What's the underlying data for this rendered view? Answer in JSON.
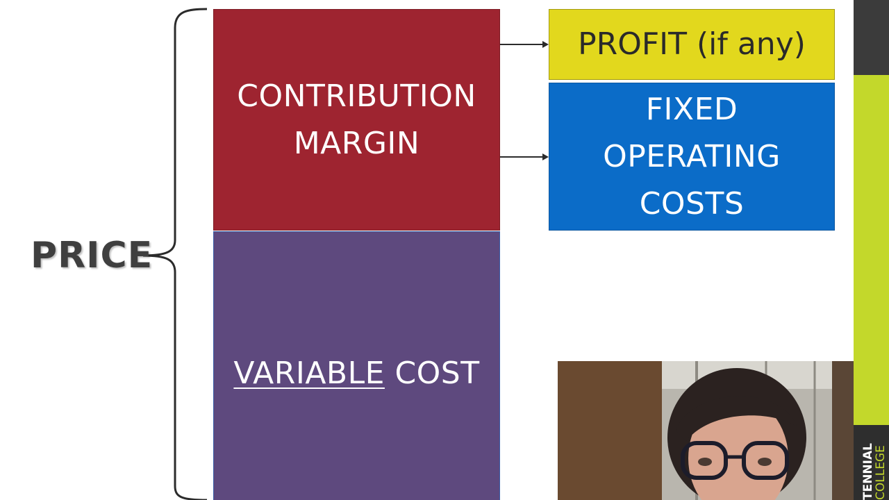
{
  "price": {
    "label": "PRICE"
  },
  "contribution_margin": {
    "line1": "CONTRIBUTION",
    "line2": "MARGIN"
  },
  "variable_cost": {
    "word1": "VARIABLE",
    "word2": "COST"
  },
  "profit": {
    "label": "PROFIT (if any)"
  },
  "fixed_costs": {
    "line1": "FIXED",
    "line2": "OPERATING",
    "line3": "COSTS"
  },
  "logo": {
    "word1": "TENNIAL",
    "word2": "COLLEGE"
  },
  "colors": {
    "contribution_margin": "#9e2430",
    "variable_cost": "#5e497e",
    "profit": "#e2d81d",
    "fixed_costs": "#0b6cc8",
    "brand_green": "#c3d82b"
  }
}
